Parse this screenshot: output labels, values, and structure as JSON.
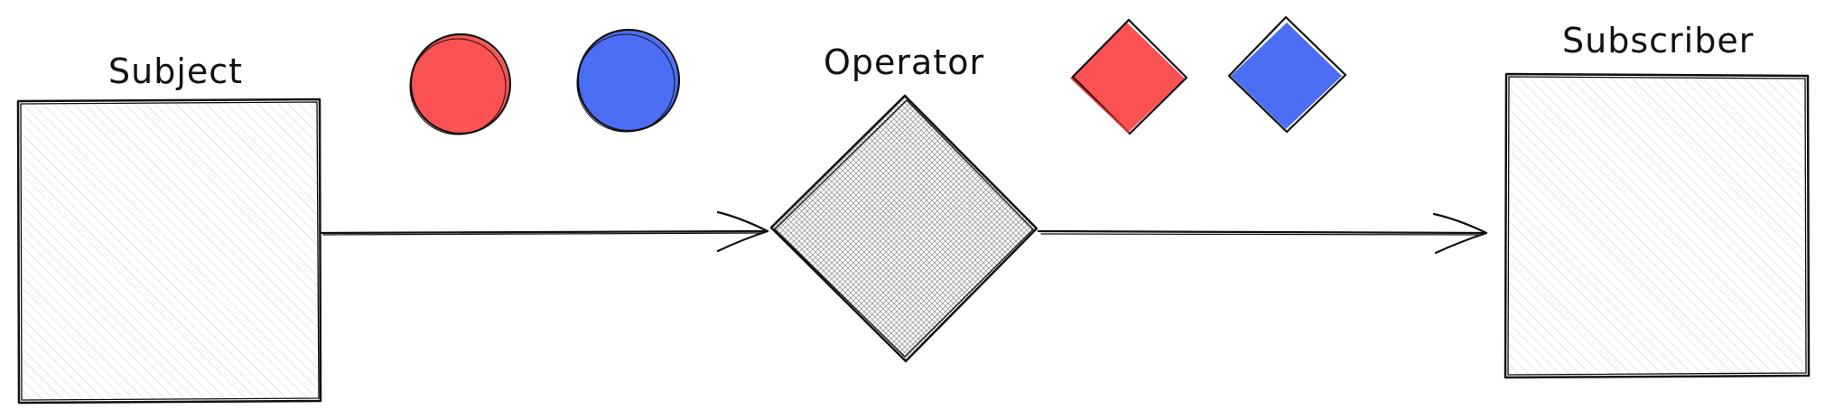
{
  "nodes": {
    "subject": {
      "label": "Subject"
    },
    "operator": {
      "label": "Operator"
    },
    "subscriber": {
      "label": "Subscriber"
    }
  },
  "items": {
    "input": [
      "red-circle",
      "blue-circle"
    ],
    "output": [
      "red-diamond",
      "blue-diamond"
    ]
  },
  "colors": {
    "red": "#fa5252",
    "blue": "#4c6ef5",
    "stroke": "#111111",
    "subject_fill": "#ced4da",
    "operator_fill": "#555555",
    "subscriber_fill": "#ced4da"
  }
}
